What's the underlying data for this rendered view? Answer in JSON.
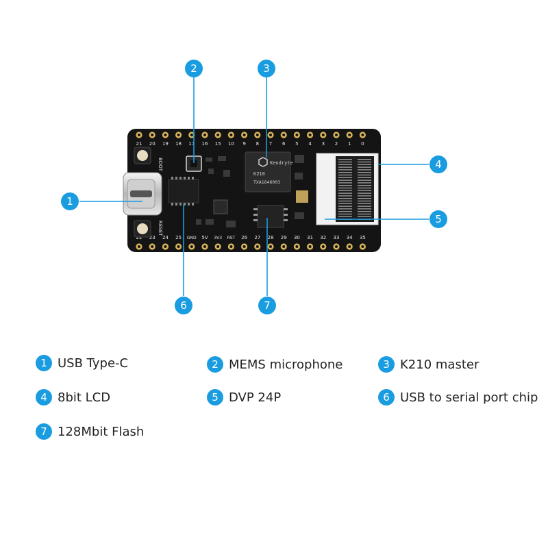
{
  "colors": {
    "accent": "#1a9ce0",
    "board": "#141414",
    "silkscreen": "#e8e8e8",
    "pad": "#d9b45a",
    "connector": "#f2f2f2"
  },
  "callouts": [
    {
      "num": "1",
      "label": "USB Type-C"
    },
    {
      "num": "2",
      "label": "MEMS microphone"
    },
    {
      "num": "3",
      "label": "K210 master"
    },
    {
      "num": "4",
      "label": "8bit LCD"
    },
    {
      "num": "5",
      "label": "DVP 24P"
    },
    {
      "num": "6",
      "label": "USB to serial port chip"
    },
    {
      "num": "7",
      "label": "128Mbit Flash"
    }
  ],
  "board": {
    "top_pins": [
      "21",
      "20",
      "19",
      "18",
      "17",
      "16",
      "15",
      "10",
      "9",
      "8",
      "7",
      "6",
      "5",
      "4",
      "3",
      "2",
      "1",
      "0"
    ],
    "bottom_pins": [
      "22",
      "23",
      "24",
      "25",
      "GND",
      "5V",
      "3V3",
      "RST",
      "26",
      "27",
      "28",
      "29",
      "30",
      "31",
      "32",
      "33",
      "34",
      "35"
    ],
    "chip_text": [
      "Kendryte",
      "K210",
      "TXA1846003"
    ],
    "boot_label": "BOOT",
    "reset_label": "RESET"
  }
}
